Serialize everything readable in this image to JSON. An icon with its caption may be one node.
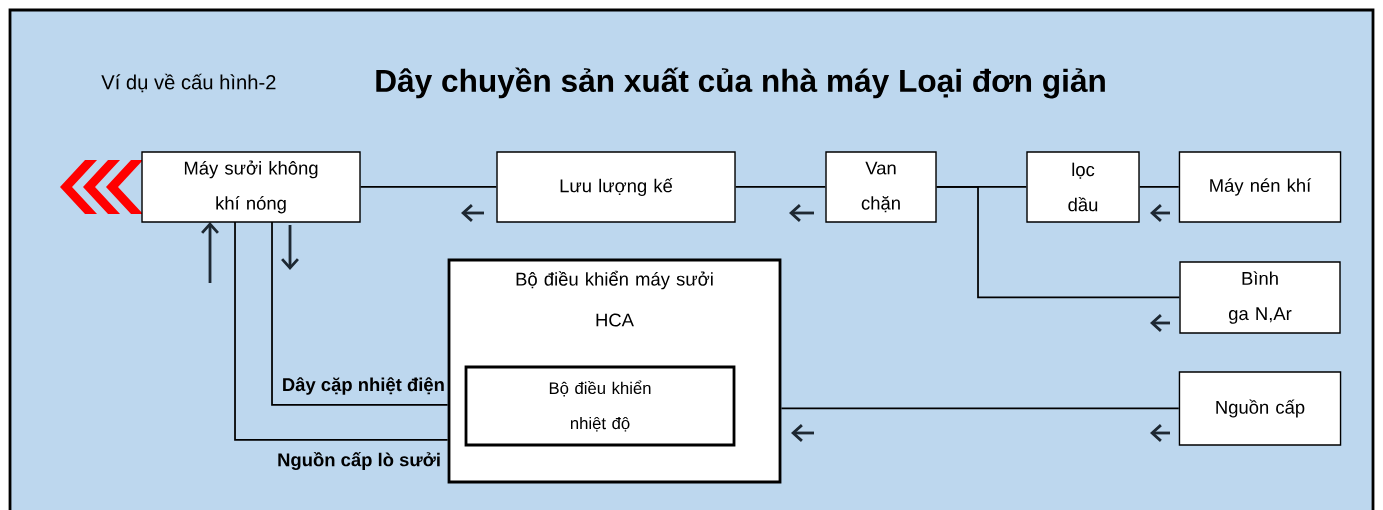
{
  "diagram": {
    "title": "Dây chuyền sản xuất của nhà máy Loại đơn giản",
    "nodes": [
      {
        "text": [
          "Máy sưởi không khí nóng"
        ]
      },
      {
        "text": [
          "Lưu lượng kế"
        ]
      },
      {
        "text": [
          "Van chặn"
        ]
      },
      {
        "text": [
          "lọc dầu"
        ]
      },
      {
        "text": [
          "Máy nén khí"
        ]
      },
      {
        "text": [
          "Bình ga N,Ar"
        ]
      },
      {
        "text": [
          "Nguồn cấp"
        ]
      },
      {
        "text": [
          "Bộ điều khiển máy sưởi",
          "HCA"
        ]
      },
      {
        "text": [
          "Bộ điều khiển nhiệt độ"
        ],
        "in": 7
      }
    ],
    "edges": [
      {
        "from": 0,
        "to": 1,
        "arrow": "none"
      },
      {
        "from": 1,
        "to": 2,
        "arrow": "none"
      },
      {
        "from": 2,
        "to": 3,
        "arrow": "none"
      },
      {
        "from": 3,
        "to": 4,
        "arrow": "none"
      },
      {
        "from": 5,
        "to": 2,
        "arrow": "none"
      },
      {
        "from": 6,
        "to": 7,
        "arrow": "none"
      },
      {
        "from": 0,
        "to": 7,
        "arrow": "none",
        "label": "Dây cặp nhiệt điện"
      },
      {
        "from": 0,
        "to": 7,
        "arrow": "none",
        "label": "Nguồn cấp lò sưởi"
      }
    ],
    "labels": [
      "Ví dụ về cấu hình-2"
    ]
  }
}
